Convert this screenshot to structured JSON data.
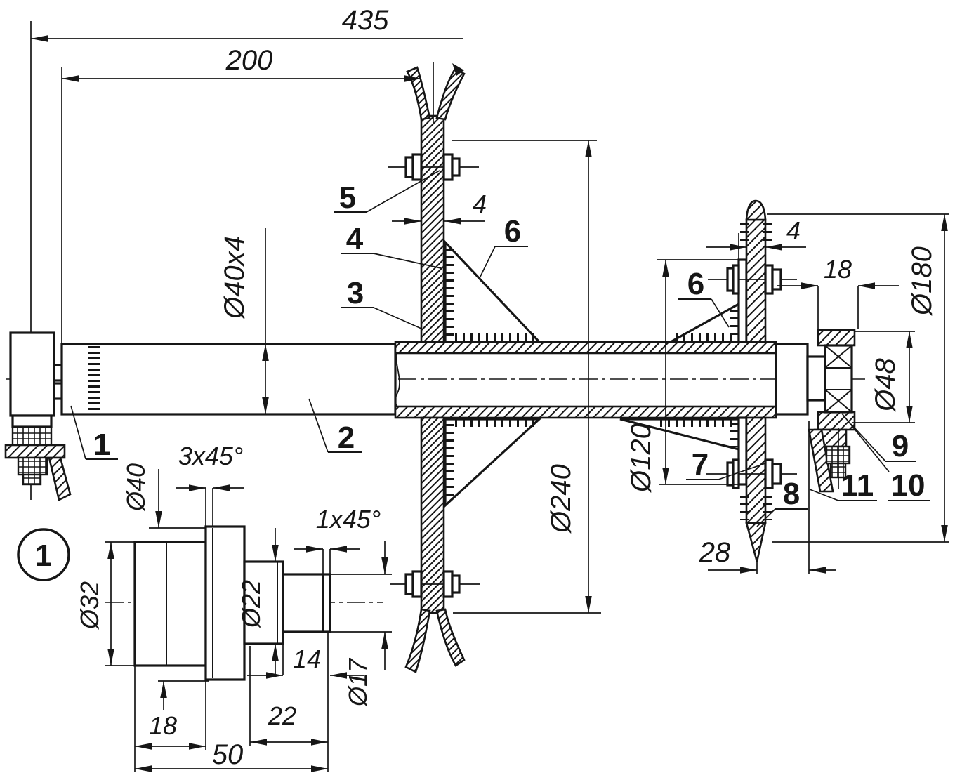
{
  "drawing": {
    "background": "#ffffff",
    "ink": "#161616"
  },
  "main_view": {
    "dimensions": {
      "overall_length": "435",
      "disk_position": "200",
      "shaft_section": "Ø40x4",
      "disk_thickness": "4",
      "disk_diameter": "Ø240",
      "hub_diameter": "Ø120",
      "sprocket_thickness": "4",
      "bearing_width": "18",
      "sprocket_diameter": "Ø180",
      "bearing_outer_diameter": "Ø48",
      "sprocket_to_bracket": "28"
    },
    "callouts": {
      "c1": "1",
      "c2": "2",
      "c3": "3",
      "c4": "4",
      "c5": "5",
      "c6_left": "6",
      "c6_right": "6",
      "c7": "7",
      "c8": "8",
      "c9": "9",
      "c10": "10",
      "c11": "11"
    }
  },
  "detail_view": {
    "balloon": "1",
    "dimensions": {
      "flange_diameter": "Ø40",
      "flange_chamfer": "3x45°",
      "end_chamfer": "1x45°",
      "body_diameter": "Ø32",
      "step_diameter": "Ø22",
      "end_diameter": "Ø17",
      "body_length": "18",
      "end_length": "14",
      "step_length": "22",
      "total_length": "50"
    }
  }
}
